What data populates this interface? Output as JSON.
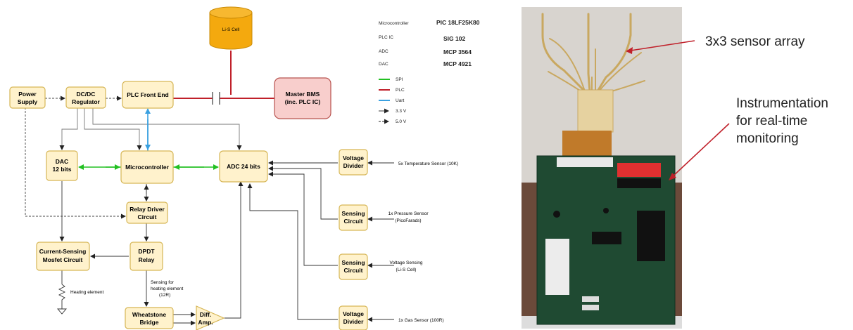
{
  "legend": {
    "parts": [
      {
        "label": "Microcontroller",
        "value": "PIC 18LF25K80"
      },
      {
        "label": "PLC IC",
        "value": "SIG 102"
      },
      {
        "label": "ADC",
        "value": "MCP 3564"
      },
      {
        "label": "DAC",
        "value": "MCP 4921"
      }
    ],
    "lines": [
      {
        "label": "SPI",
        "color": "#22c022"
      },
      {
        "label": "PLC",
        "color": "#c0202a"
      },
      {
        "label": "Uart",
        "color": "#3aa0e0"
      },
      {
        "label": "3.3 V"
      },
      {
        "label": "5.0 V"
      }
    ]
  },
  "blocks": {
    "li_s_cell": "Li-S Cell",
    "power_supply": [
      "Power",
      "Supply"
    ],
    "dcdc": [
      "DC/DC",
      "Regulator"
    ],
    "plc_front_end": "PLC Front End",
    "master_bms": [
      "Master BMS",
      "(inc. PLC IC)"
    ],
    "dac": [
      "DAC",
      "12 bits"
    ],
    "microcontroller": "Microcontroller",
    "adc": "ADC 24 bits",
    "relay_driver": [
      "Relay Driver",
      "Circuit"
    ],
    "current_sensing": [
      "Current-Sensing",
      "Mosfet Circuit"
    ],
    "dpdt": [
      "DPDT",
      "Relay"
    ],
    "wheatstone": [
      "Wheatstone",
      "Bridge"
    ],
    "diff_amp": [
      "Diff.",
      "Amp."
    ],
    "voltage_divider_1": [
      "Voltage",
      "Divider"
    ],
    "sensing_circuit_1": [
      "Sensing",
      "Circuit"
    ],
    "sensing_circuit_2": [
      "Sensing",
      "Circuit"
    ],
    "voltage_divider_2": [
      "Voltage",
      "Divider"
    ]
  },
  "labels": {
    "temp_sensor": "5x Temperature Sensor (10K)",
    "pressure_sensor": [
      "1x Pressure Sensor",
      "(PicoFarads)"
    ],
    "voltage_sensing": [
      "Voltage Sensing",
      "(Li-S Cell)"
    ],
    "gas_sensor": "1x Gas Sensor (100R)",
    "heating_element": "Heating element",
    "sensing_heating": [
      "Sensing for",
      "heating element",
      "(12R)"
    ]
  },
  "photo": {
    "callout_array": "3x3 sensor array",
    "callout_instrumentation": [
      "Instrumentation",
      "for real-time",
      "monitoring"
    ],
    "arrow_color": "#c0202a"
  }
}
